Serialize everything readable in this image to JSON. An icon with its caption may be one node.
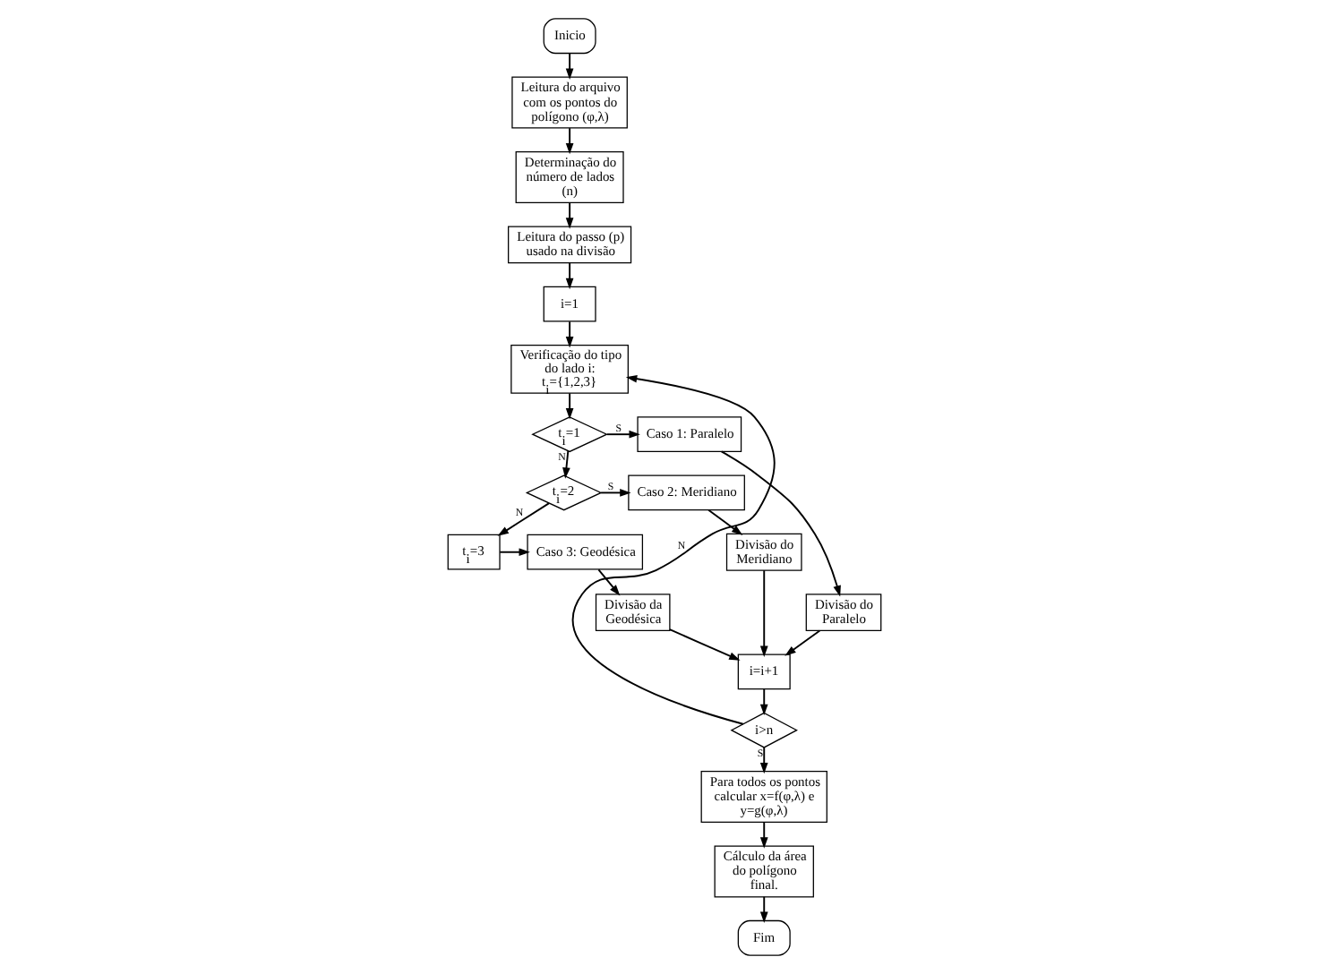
{
  "diagram": {
    "nodes": [
      {
        "text": [
          "Inicio"
        ]
      },
      {
        "text": [
          "Leitura do arquivo com os pontos do polígono (φ,λ)"
        ]
      },
      {
        "text": [
          "Determinação do número de lados (n)"
        ]
      },
      {
        "text": [
          "Leitura do passo (p) usado na divisão"
        ]
      },
      {
        "text": [
          "i=1"
        ]
      },
      {
        "text": [
          "Verificação do tipo do lado i: t$_{i}$={1,2,3}"
        ]
      },
      {
        "text": [
          "t$_{i}$=1"
        ]
      },
      {
        "text": [
          "t$_{i}$=2"
        ]
      },
      {
        "text": [
          "t$_{i}$=3"
        ]
      },
      {
        "text": [
          "Caso 3: Geodésica"
        ]
      },
      {
        "text": [
          "Divisão da Geodésica"
        ]
      },
      {
        "text": [
          "Caso 2: Meridiano"
        ]
      },
      {
        "text": [
          "Divisão do Meridiano"
        ]
      },
      {
        "text": [
          "Caso 1: Paralelo"
        ]
      },
      {
        "text": [
          "Divisão do Paralelo"
        ]
      },
      {
        "text": [
          "i=i+1"
        ]
      },
      {
        "text": [
          "i>n"
        ]
      },
      {
        "text": [
          "Para todos os pontos calcular x=f(φ,λ) e y=g(φ,λ)"
        ]
      },
      {
        "text": [
          "Cálculo da área do polígono final."
        ]
      },
      {
        "text": [
          "Fim"
        ]
      }
    ],
    "edges": [
      {
        "from": 0,
        "to": 1,
        "arrow": "to"
      },
      {
        "from": 1,
        "to": 2,
        "arrow": "to"
      },
      {
        "from": 2,
        "to": 3,
        "arrow": "to"
      },
      {
        "from": 3,
        "to": 4,
        "arrow": "to"
      },
      {
        "from": 4,
        "to": 5,
        "arrow": "to"
      },
      {
        "from": 5,
        "to": 6,
        "arrow": "to"
      },
      {
        "from": 6,
        "to": 7,
        "label": "N",
        "arrow": "to"
      },
      {
        "from": 7,
        "to": 8,
        "label": "N",
        "arrow": "to"
      },
      {
        "from": 8,
        "to": 9,
        "arrow": "to"
      },
      {
        "from": 9,
        "to": 10,
        "arrow": "to"
      },
      {
        "from": 7,
        "to": 11,
        "label": "S",
        "arrow": "to"
      },
      {
        "from": 11,
        "to": 12,
        "arrow": "to"
      },
      {
        "from": 6,
        "to": 13,
        "label": "S",
        "arrow": "to"
      },
      {
        "from": 13,
        "to": 14,
        "arrow": "to"
      },
      {
        "from": 10,
        "to": 15,
        "arrow": "to"
      },
      {
        "from": 12,
        "to": 15,
        "arrow": "to"
      },
      {
        "from": 14,
        "to": 15,
        "arrow": "to"
      },
      {
        "from": 15,
        "to": 16,
        "arrow": "to"
      },
      {
        "from": 16,
        "to": 5,
        "label": "N",
        "arrow": "to"
      },
      {
        "from": 16,
        "to": 17,
        "label": "S",
        "arrow": "to"
      },
      {
        "from": 17,
        "to": 18,
        "arrow": "to"
      },
      {
        "from": 18,
        "to": 19,
        "arrow": "to"
      }
    ]
  }
}
